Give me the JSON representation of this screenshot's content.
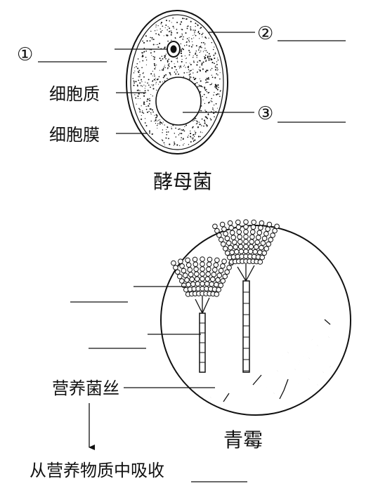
{
  "yeast": {
    "title": "酵母菌",
    "labels": {
      "marker_1": "①",
      "marker_2": "②",
      "marker_3": "③",
      "cytoplasm": "细胞质",
      "cell_membrane": "细胞膜"
    }
  },
  "penicillium": {
    "title": "青霉",
    "labels": {
      "nutrient_hyphae": "营养菌丝",
      "absorb_text": "从营养物质中吸收"
    }
  },
  "colors": {
    "ink": "#111111",
    "background": "#ffffff"
  }
}
